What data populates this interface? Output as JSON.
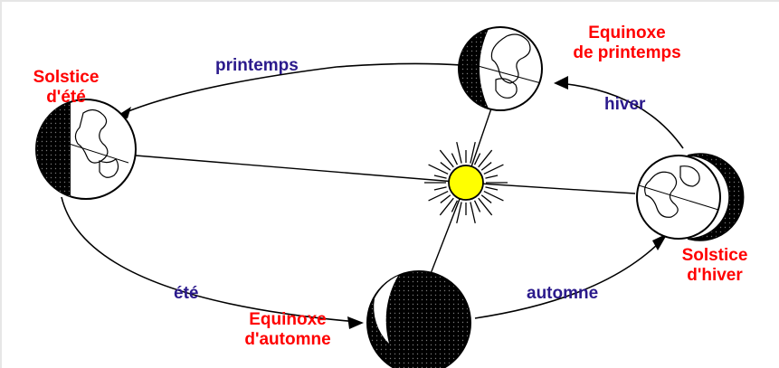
{
  "colors": {
    "position_label": "#ff0000",
    "season_label": "#2b1a8c",
    "sun": "#ffff00",
    "ink": "#000000",
    "background": "#ffffff"
  },
  "positions": {
    "summer_solstice": {
      "line1": "Solstice",
      "line2": "d'été"
    },
    "spring_equinox": {
      "line1": "Equinoxe",
      "line2": "de printemps"
    },
    "winter_solstice": {
      "line1": "Solstice",
      "line2": "d'hiver"
    },
    "autumn_equinox": {
      "line1": "Equinoxe",
      "line2": "d'automne"
    }
  },
  "seasons": {
    "spring": "printemps",
    "summer": "été",
    "autumn": "automne",
    "winter": "hiver"
  },
  "icons": {
    "sun": "sun-icon",
    "earth": "earth-globe-icon",
    "orbit": "orbit-ellipse",
    "arrow": "arrowhead-icon"
  }
}
